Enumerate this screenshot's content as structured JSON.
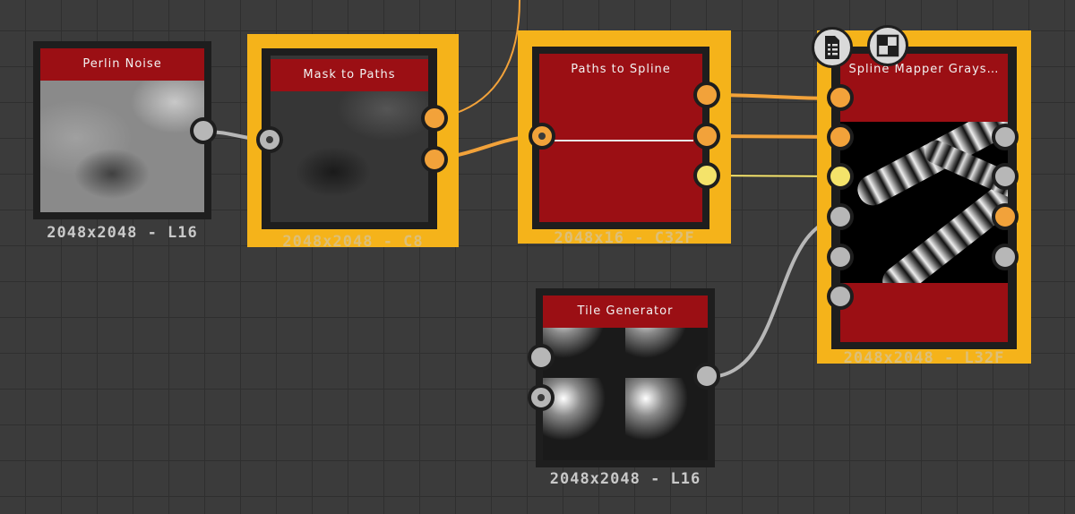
{
  "nodes": {
    "perlin": {
      "title": "Perlin Noise",
      "resolution": "2048x2048 - L16"
    },
    "mask": {
      "title": "Mask to Paths",
      "resolution": "2048x2048 - C8"
    },
    "paths": {
      "title": "Paths to Spline",
      "resolution": "2048x16 - C32F"
    },
    "tile": {
      "title": "Tile Generator",
      "resolution": "2048x2048 - L16"
    },
    "spline": {
      "title": "Spline Mapper Grays…",
      "resolution": "2048x2048 - L32F"
    }
  },
  "toolbar_icons": [
    "document-list-icon",
    "checker-pattern-icon"
  ],
  "colors": {
    "selected_border": "#f5b31a",
    "header_red": "#9b0f14",
    "port_orange": "#f2a23a",
    "port_yellow": "#f4e36a",
    "port_gray": "#b7b7b7",
    "canvas": "#3b3b3b"
  }
}
